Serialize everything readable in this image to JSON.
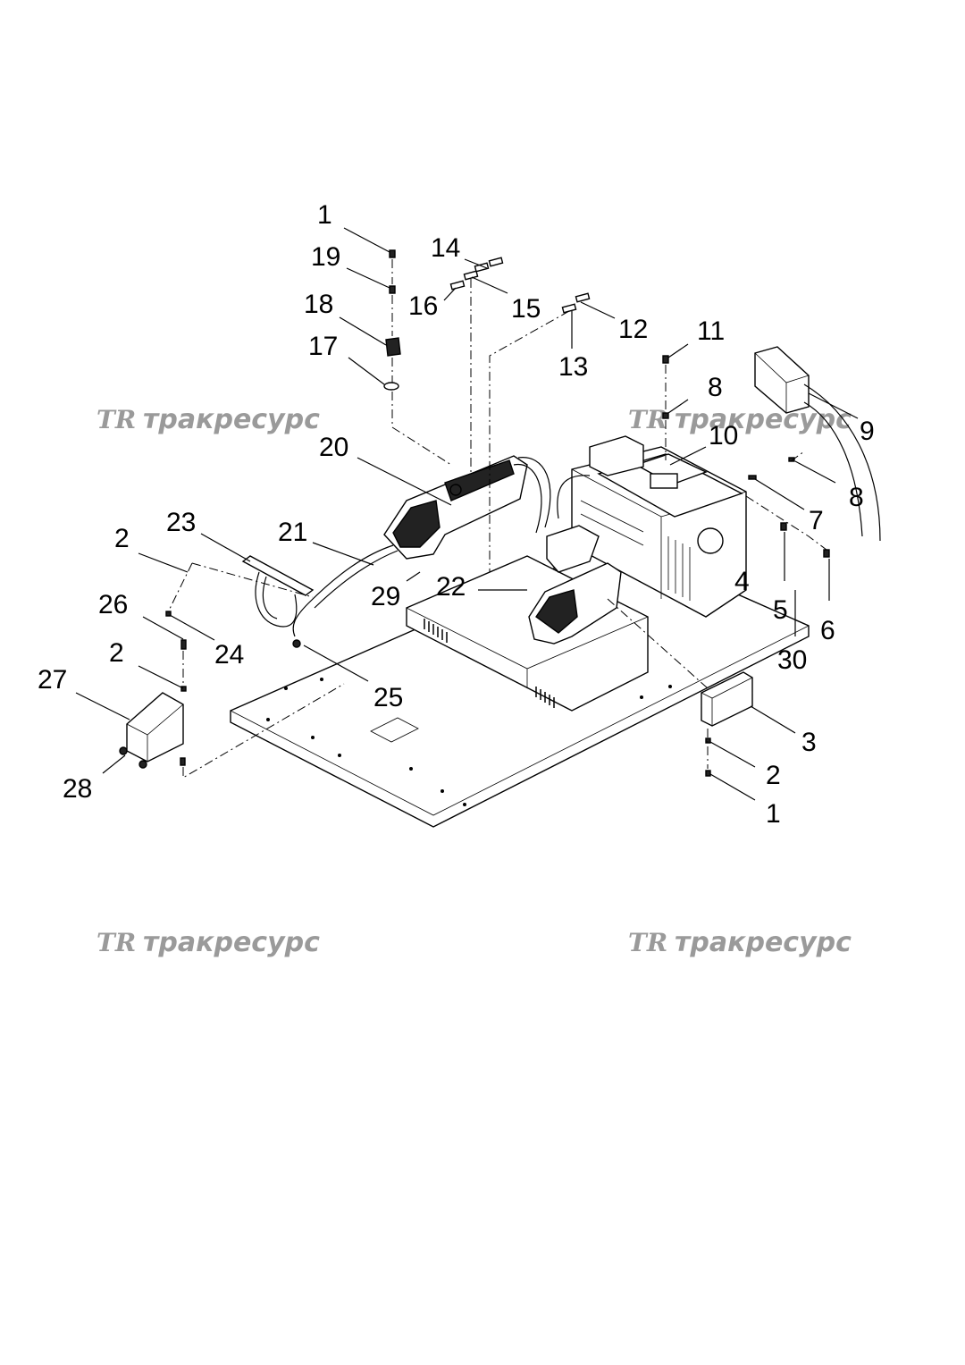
{
  "watermarks": [
    {
      "logo": "TR",
      "text": "тракресурс"
    },
    {
      "logo": "TR",
      "text": "тракресурс"
    },
    {
      "logo": "TR",
      "text": "тракресурс"
    },
    {
      "logo": "TR",
      "text": "тракресурс"
    }
  ],
  "callouts": {
    "c1_top": "1",
    "c19": "19",
    "c18": "18",
    "c17": "17",
    "c14": "14",
    "c16": "16",
    "c15": "15",
    "c12": "12",
    "c13": "13",
    "c11": "11",
    "c8_top": "8",
    "c9": "9",
    "c10": "10",
    "c8_right": "8",
    "c7": "7",
    "c20": "20",
    "c23": "23",
    "c21": "21",
    "c2_left_top": "2",
    "c26": "26",
    "c24": "24",
    "c2_left_mid": "2",
    "c27": "27",
    "c28": "28",
    "c29": "29",
    "c22": "22",
    "c25": "25",
    "c4": "4",
    "c5": "5",
    "c6": "6",
    "c30": "30",
    "c3": "3",
    "c2_bottom": "2",
    "c1_bottom": "1"
  }
}
